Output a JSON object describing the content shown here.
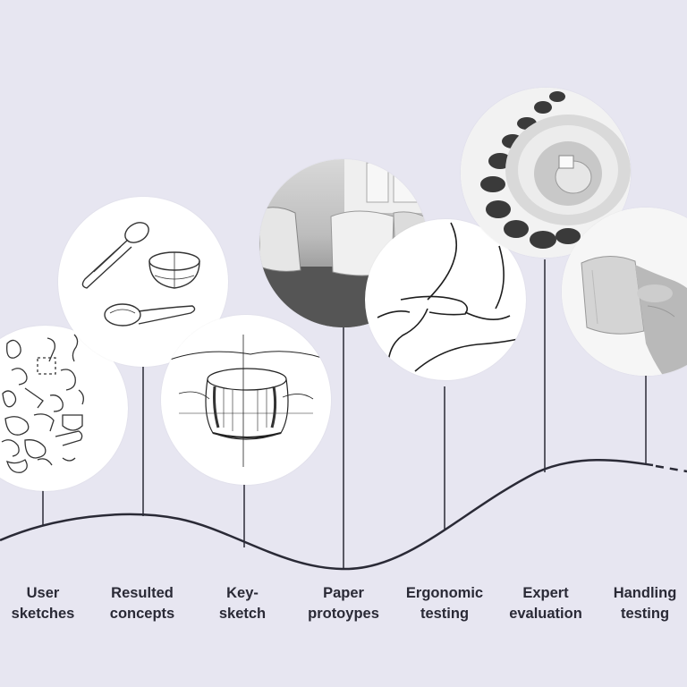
{
  "stages": [
    {
      "id": "user-sketches",
      "lines": [
        "User",
        "sketches"
      ],
      "image": "user-sketches-illustration"
    },
    {
      "id": "resulted-concepts",
      "lines": [
        "Resulted",
        "concepts"
      ],
      "image": "spoon-and-bowl-sketch"
    },
    {
      "id": "key-sketch",
      "lines": [
        "Key-",
        "sketch"
      ],
      "image": "bowl-key-sketch"
    },
    {
      "id": "paper-protoypes",
      "lines": [
        "Paper",
        "protoypes"
      ],
      "image": "paper-prototypes-photo"
    },
    {
      "id": "ergonomic-testing",
      "lines": [
        "Ergonomic",
        "testing"
      ],
      "image": "hand-line-drawing"
    },
    {
      "id": "expert-evaluation",
      "lines": [
        "Expert",
        "evaluation"
      ],
      "image": "expert-evaluation-photo"
    },
    {
      "id": "handling-testing",
      "lines": [
        "Handling",
        "testing"
      ],
      "image": "hand-holding-prototype-photo"
    }
  ],
  "colors": {
    "background": "#e7e6f1",
    "line": "#2a2a36",
    "circle": "#ffffff"
  }
}
